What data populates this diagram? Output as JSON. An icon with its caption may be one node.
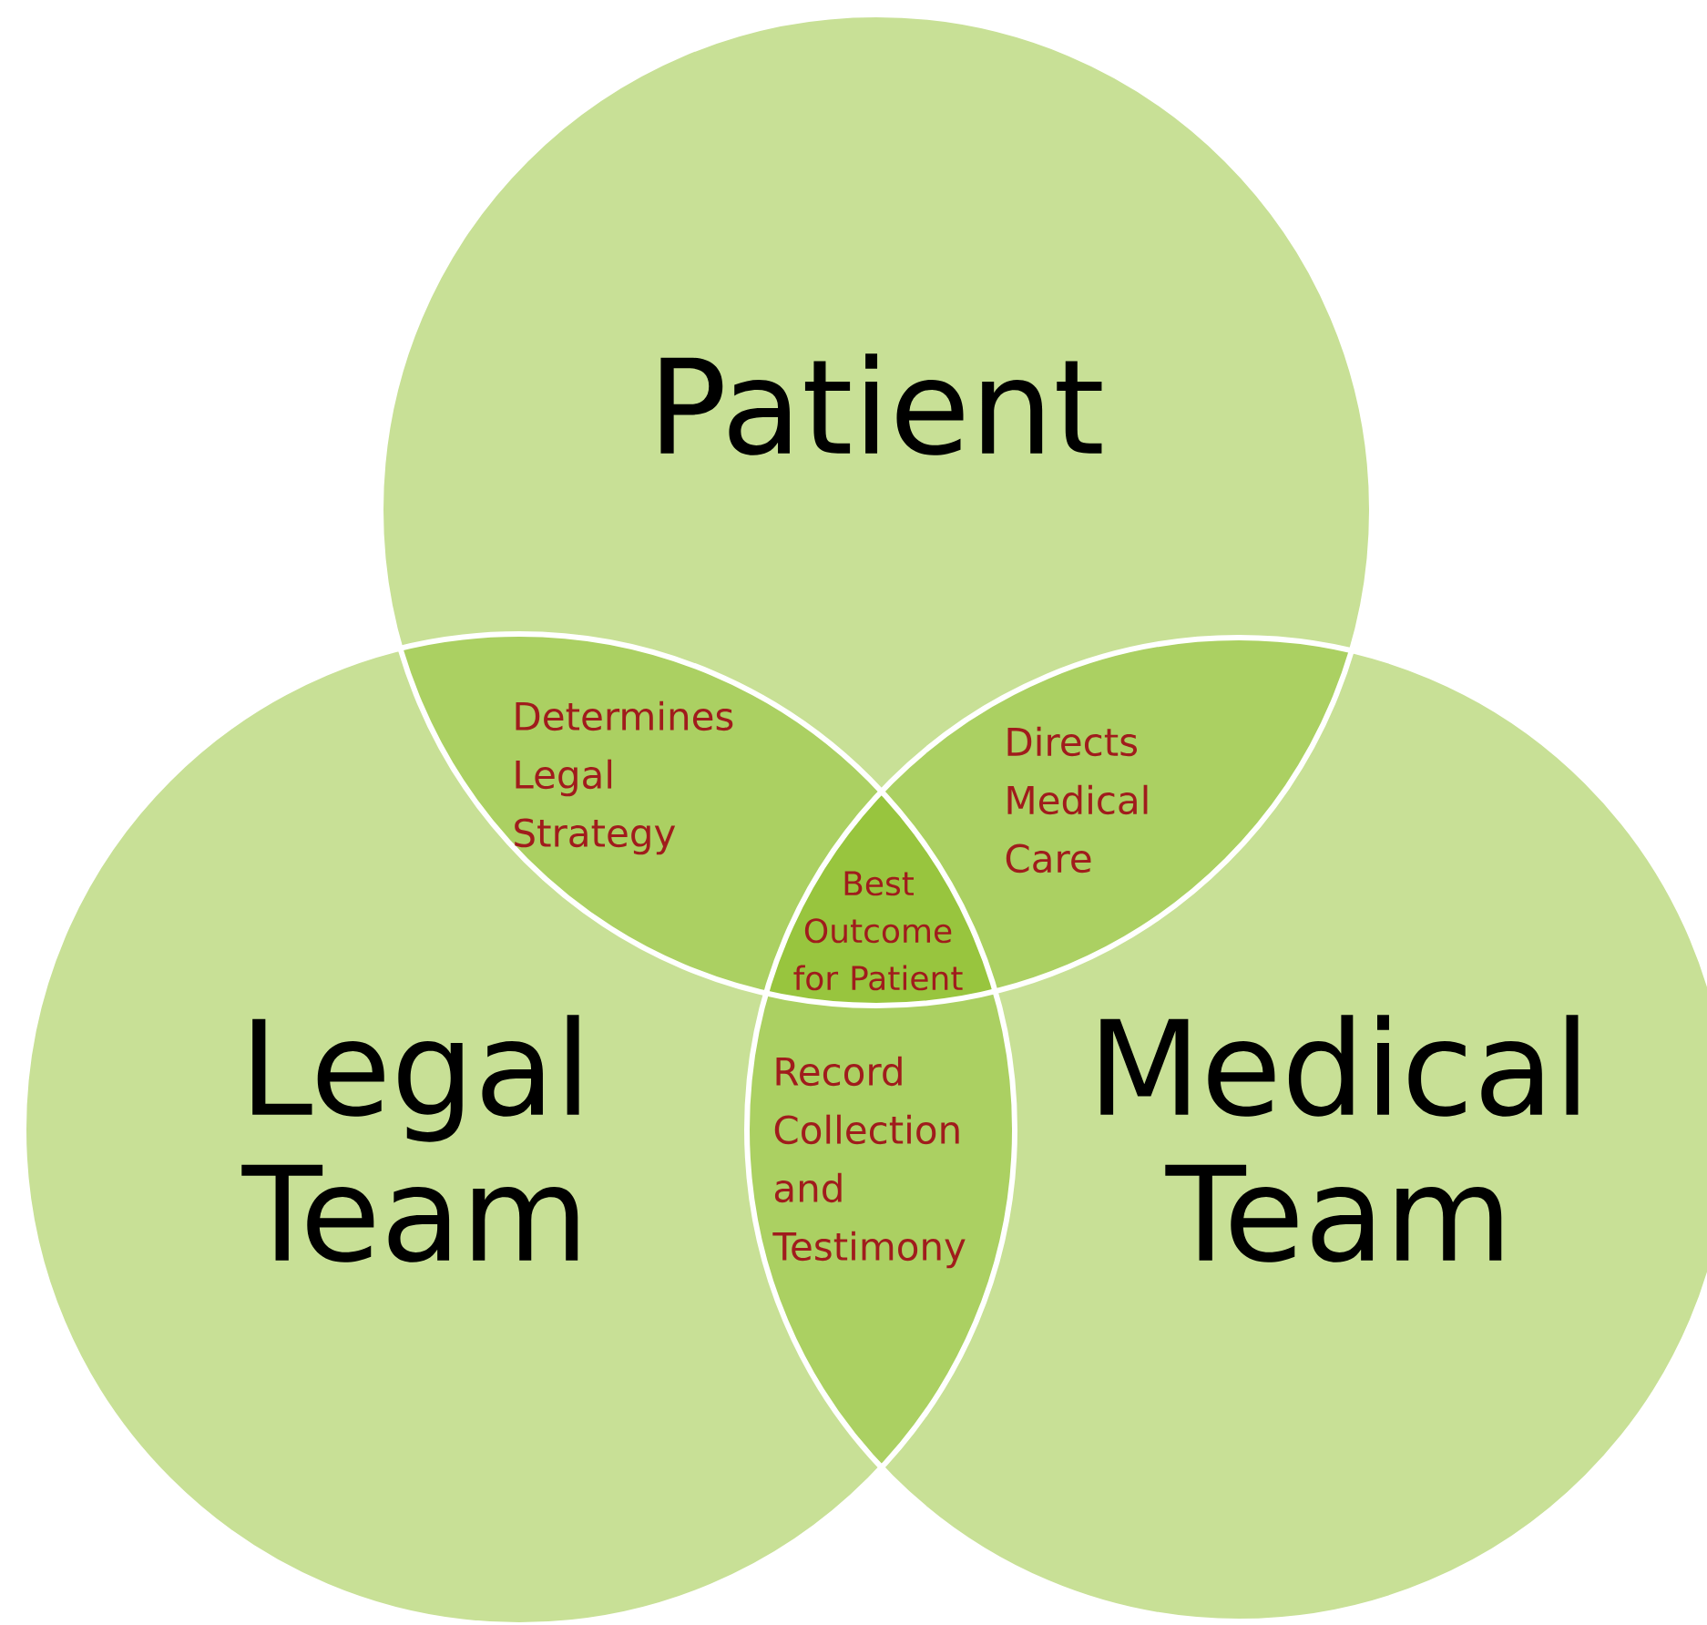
{
  "diagram": {
    "nodes": [
      {
        "text": [
          "Patient"
        ]
      },
      {
        "text": [
          "Legal Team"
        ]
      },
      {
        "text": [
          "Medical Team"
        ]
      },
      {
        "text": [
          "Determines Legal Strategy"
        ]
      },
      {
        "text": [
          "Directs Medical Care"
        ]
      },
      {
        "text": [
          "Best Outcome for Patient"
        ]
      },
      {
        "text": [
          "Record Collection and Testimony"
        ]
      }
    ]
  }
}
